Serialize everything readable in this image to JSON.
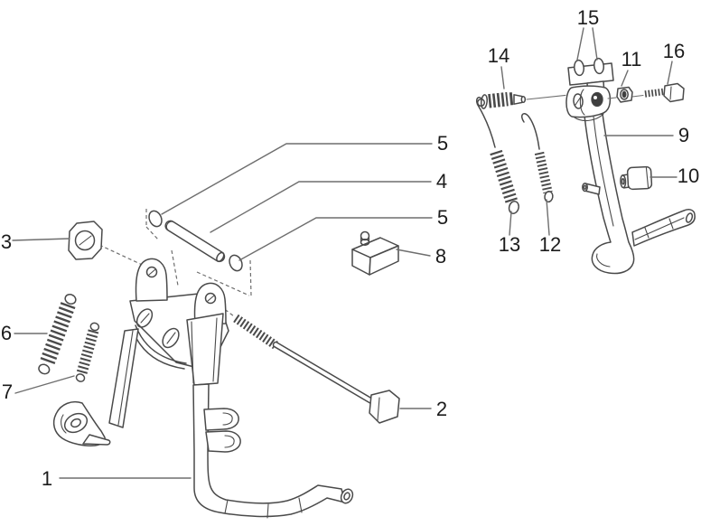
{
  "figure": {
    "kind": "exploded-parts-diagram",
    "callouts": {
      "n1": "1",
      "n2": "2",
      "n3": "3",
      "n4": "4",
      "n5a": "5",
      "n5b": "5",
      "n6": "6",
      "n7": "7",
      "n8": "8",
      "n9": "9",
      "n10": "10",
      "n11": "11",
      "n12": "12",
      "n13": "13",
      "n14": "14",
      "n15": "15",
      "n16": "16"
    }
  },
  "colors": {
    "background": "#ffffff",
    "line": "#4a4a4a",
    "leader": "#6e6e6e",
    "label": "#1c1c1c",
    "dark_fill": "#3f3f3f"
  }
}
